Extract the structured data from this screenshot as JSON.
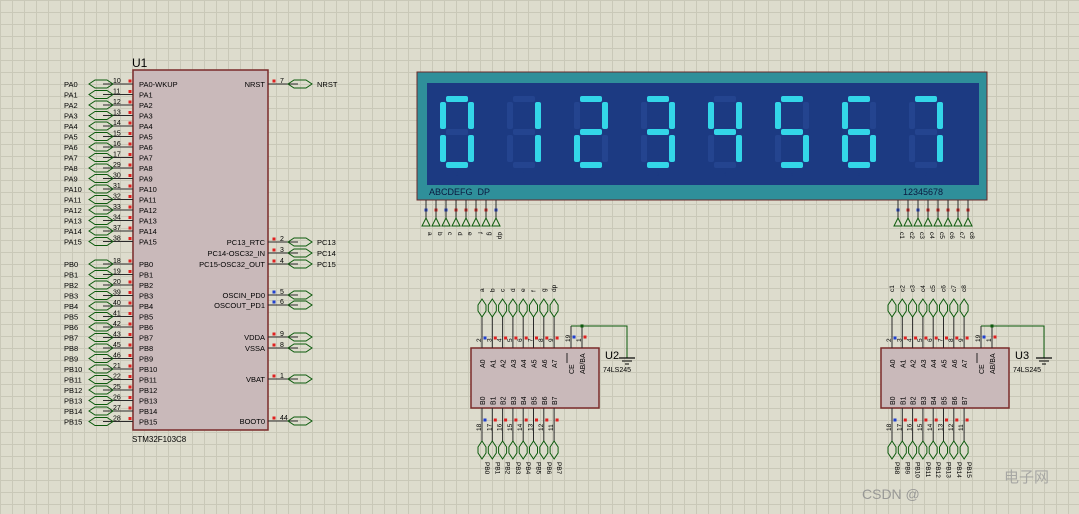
{
  "u1": {
    "ref": "U1",
    "part": "STM32F103C8",
    "left_pins": [
      {
        "net": "PA0",
        "num": "10",
        "name": "PA0-WKUP"
      },
      {
        "net": "PA1",
        "num": "11",
        "name": "PA1"
      },
      {
        "net": "PA2",
        "num": "12",
        "name": "PA2"
      },
      {
        "net": "PA3",
        "num": "13",
        "name": "PA3"
      },
      {
        "net": "PA4",
        "num": "14",
        "name": "PA4"
      },
      {
        "net": "PA5",
        "num": "15",
        "name": "PA5"
      },
      {
        "net": "PA6",
        "num": "16",
        "name": "PA6"
      },
      {
        "net": "PA7",
        "num": "17",
        "name": "PA7"
      },
      {
        "net": "PA8",
        "num": "29",
        "name": "PA8"
      },
      {
        "net": "PA9",
        "num": "30",
        "name": "PA9"
      },
      {
        "net": "PA10",
        "num": "31",
        "name": "PA10"
      },
      {
        "net": "PA11",
        "num": "32",
        "name": "PA11"
      },
      {
        "net": "PA12",
        "num": "33",
        "name": "PA12"
      },
      {
        "net": "PA13",
        "num": "34",
        "name": "PA13"
      },
      {
        "net": "PA14",
        "num": "37",
        "name": "PA14"
      },
      {
        "net": "PA15",
        "num": "38",
        "name": "PA15"
      },
      {
        "net": "PB0",
        "num": "18",
        "name": "PB0"
      },
      {
        "net": "PB1",
        "num": "19",
        "name": "PB1"
      },
      {
        "net": "PB2",
        "num": "20",
        "name": "PB2"
      },
      {
        "net": "PB3",
        "num": "39",
        "name": "PB3"
      },
      {
        "net": "PB4",
        "num": "40",
        "name": "PB4"
      },
      {
        "net": "PB5",
        "num": "41",
        "name": "PB5"
      },
      {
        "net": "PB6",
        "num": "42",
        "name": "PB6"
      },
      {
        "net": "PB7",
        "num": "43",
        "name": "PB7"
      },
      {
        "net": "PB8",
        "num": "45",
        "name": "PB8"
      },
      {
        "net": "PB9",
        "num": "46",
        "name": "PB9"
      },
      {
        "net": "PB10",
        "num": "21",
        "name": "PB10"
      },
      {
        "net": "PB11",
        "num": "22",
        "name": "PB11"
      },
      {
        "net": "PB12",
        "num": "25",
        "name": "PB12"
      },
      {
        "net": "PB13",
        "num": "26",
        "name": "PB13"
      },
      {
        "net": "PB14",
        "num": "27",
        "name": "PB14"
      },
      {
        "net": "PB15",
        "num": "28",
        "name": "PB15"
      }
    ],
    "right_pins": [
      {
        "num": "7",
        "name": "NRST",
        "net": "NRST"
      },
      {
        "num": "2",
        "name": "PC13_RTC",
        "net": "PC13"
      },
      {
        "num": "3",
        "name": "PC14-OSC32_IN",
        "net": "PC14"
      },
      {
        "num": "4",
        "name": "PC15-OSC32_OUT",
        "net": "PC15"
      },
      {
        "num": "5",
        "name": "OSCIN_PD0",
        "net": ""
      },
      {
        "num": "6",
        "name": "OSCOUT_PD1",
        "net": ""
      },
      {
        "num": "9",
        "name": "VDDA",
        "net": ""
      },
      {
        "num": "8",
        "name": "VSSA",
        "net": ""
      },
      {
        "num": "1",
        "name": "VBAT",
        "net": ""
      },
      {
        "num": "44",
        "name": "BOOT0",
        "net": ""
      }
    ]
  },
  "display": {
    "digits": [
      "0",
      "1",
      "2",
      "3",
      "4",
      "5",
      "6",
      "7"
    ],
    "seg_label": "ABCDEFG  DP",
    "com_label": "12345678",
    "seg_nets": [
      "a",
      "b",
      "c",
      "d",
      "e",
      "f",
      "g",
      "dp"
    ],
    "com_nets": [
      "c1",
      "c2",
      "c3",
      "c4",
      "c5",
      "c6",
      "c7",
      "c8"
    ],
    "digit_color": "#33d6e8",
    "panel_color": "#1c3a82",
    "frame_color": "#2f8f9a"
  },
  "u2": {
    "ref": "U2",
    "part": "74LS245",
    "a_pins": [
      "A0",
      "A1",
      "A2",
      "A3",
      "A4",
      "A5",
      "A6",
      "A7"
    ],
    "b_pins": [
      "B0",
      "B1",
      "B2",
      "B3",
      "B4",
      "B5",
      "B6",
      "B7"
    ],
    "top_nums": [
      "2",
      "3",
      "4",
      "5",
      "6",
      "7",
      "8",
      "9"
    ],
    "bot_nums": [
      "18",
      "17",
      "16",
      "15",
      "14",
      "13",
      "12",
      "11"
    ],
    "ctrl_pins": [
      "CE",
      "AB/BA"
    ],
    "ctrl_nums": [
      "19",
      "1"
    ],
    "top_nets": [
      "a",
      "b",
      "c",
      "d",
      "e",
      "f",
      "g",
      "dp"
    ],
    "bot_nets": [
      "PB0",
      "PB1",
      "PB2",
      "PB3",
      "PB4",
      "PB5",
      "PB6",
      "PB7"
    ]
  },
  "u3": {
    "ref": "U3",
    "part": "74LS245",
    "a_pins": [
      "A0",
      "A1",
      "A2",
      "A3",
      "A4",
      "A5",
      "A6",
      "A7"
    ],
    "b_pins": [
      "B0",
      "B1",
      "B2",
      "B3",
      "B4",
      "B5",
      "B6",
      "B7"
    ],
    "top_nums": [
      "2",
      "3",
      "4",
      "5",
      "6",
      "7",
      "8",
      "9"
    ],
    "bot_nums": [
      "18",
      "17",
      "16",
      "15",
      "14",
      "13",
      "12",
      "11"
    ],
    "ctrl_pins": [
      "CE",
      "AB/BA"
    ],
    "ctrl_nums": [
      "19",
      "1"
    ],
    "top_nets": [
      "c1",
      "c2",
      "c3",
      "c4",
      "c5",
      "c6",
      "c7",
      "c8"
    ],
    "bot_nets": [
      "PB8",
      "PB9",
      "PB10",
      "PB11",
      "PB12",
      "PB13",
      "PB14",
      "PB15"
    ]
  },
  "watermark": {
    "line1": "CSDN @",
    "line2": "电子网"
  }
}
